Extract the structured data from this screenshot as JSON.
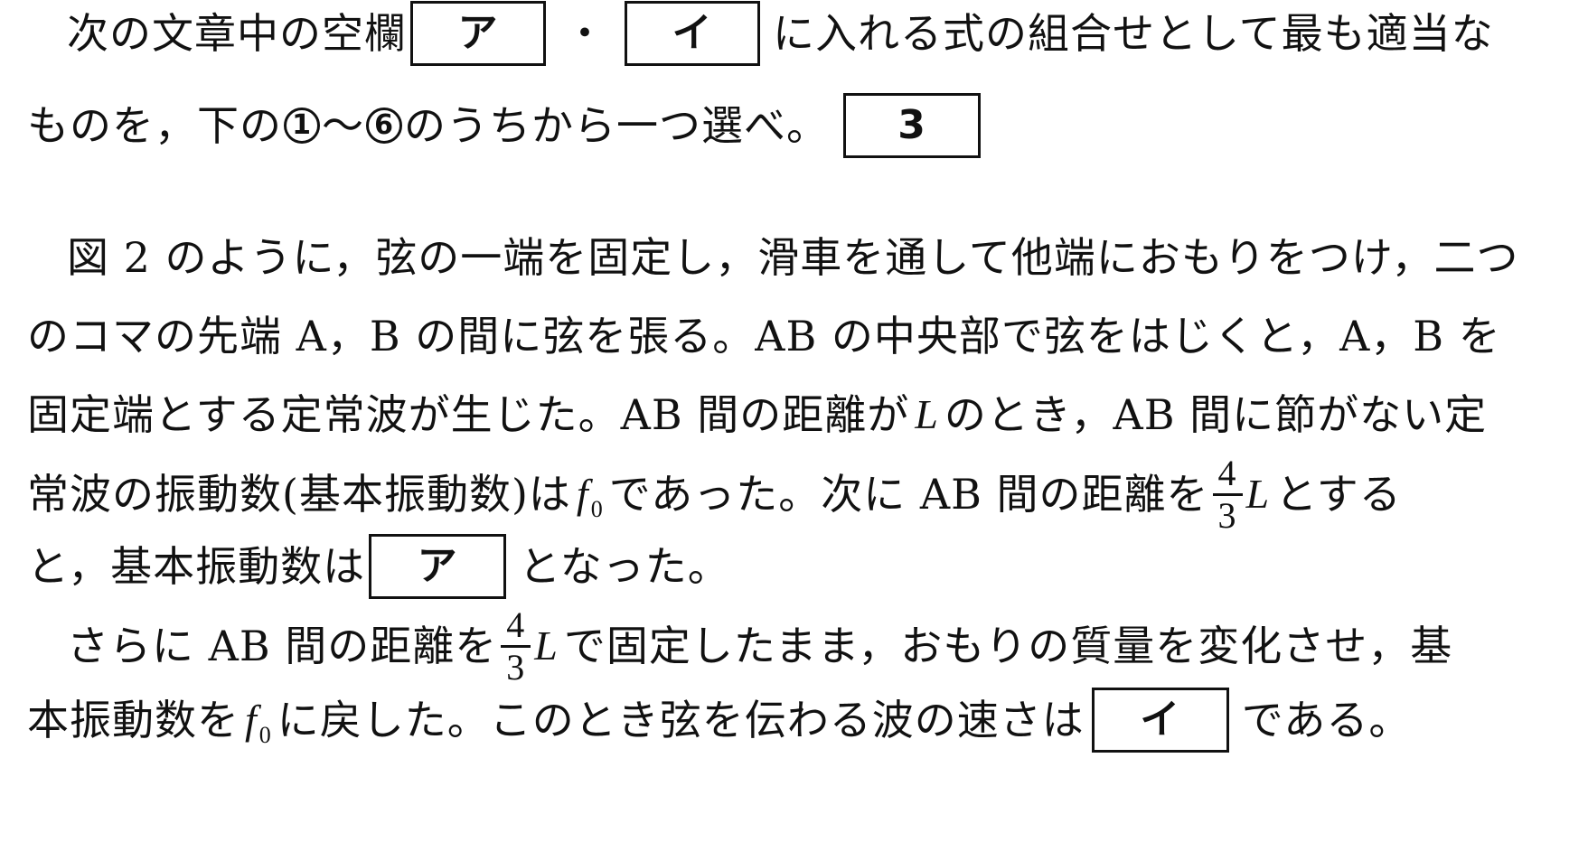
{
  "question": {
    "l1_a": "次の文章中の空欄",
    "box_a": "ア",
    "l1_dot": "・",
    "box_i": "イ",
    "l1_b": "に入れる式の組合せとして最も適当な",
    "l2_a": "ものを，下の",
    "circ1": "1",
    "tilde": "〜",
    "circ6": "6",
    "l2_b": "のうちから一つ選べ。",
    "answer_box": "3"
  },
  "passage": {
    "p1_l1": "図 2 のように，弦の一端を固定し，滑車を通して他端におもりをつけ，二つ",
    "p1_l2": "のコマの先端 A，B の間に弦を張る。AB の中央部で弦をはじくと，A，B を",
    "p1_l3_a": "固定端とする定常波が生じた。AB 間の距離が",
    "L": "L",
    "p1_l3_b": "のとき，AB 間に節がない定",
    "p1_l4_a": "常波の振動数(基本振動数)は",
    "f": "f",
    "f_sub": "0",
    "p1_l4_b": "であった。次に AB 間の距離を",
    "frac_num": "4",
    "frac_den": "3",
    "p1_l4_c": "とする",
    "p1_l5_a": "と，基本振動数は",
    "p1_l5_b": "となった。",
    "p2_l1_a": "さらに AB 間の距離を",
    "p2_l1_b": "で固定したまま，おもりの質量を変化させ，基",
    "p2_l2_a": "本振動数を",
    "p2_l2_b": "に戻した。このとき弦を伝わる波の速さは",
    "p2_l2_c": "である。"
  }
}
